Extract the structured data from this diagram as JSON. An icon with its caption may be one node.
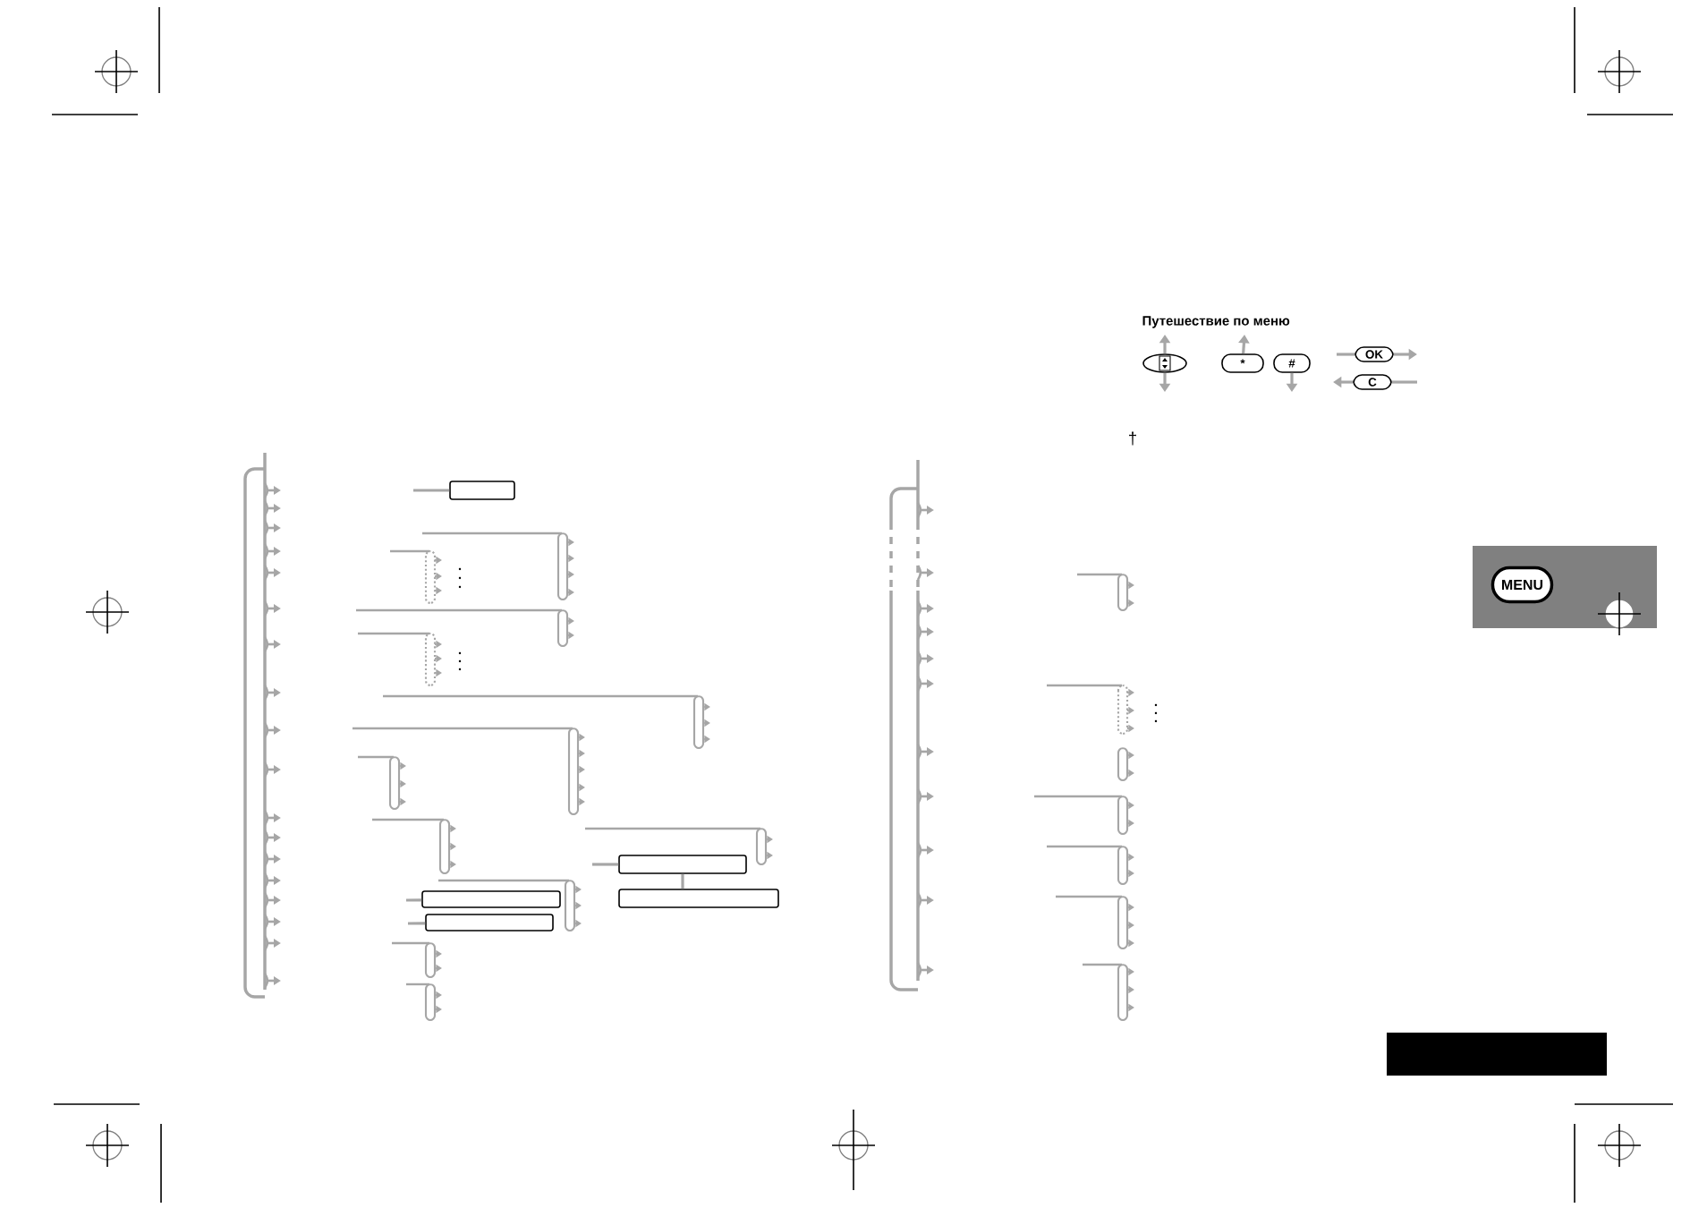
{
  "diagram": {
    "title": "Путешествие по меню",
    "nodes": [
      {
        "text": [],
        "shape": "oval"
      },
      {
        "text": [
          "*"
        ]
      },
      {
        "text": [
          "#"
        ]
      },
      {
        "text": [
          "OK"
        ]
      },
      {
        "text": [
          "C"
        ]
      },
      {
        "text": [],
        "shape": "box"
      },
      {
        "text": [],
        "shape": "box"
      },
      {
        "text": [
          "MENU"
        ],
        "in": 6
      },
      {
        "text": [],
        "shape": "box"
      },
      {
        "text": [],
        "shape": "box"
      },
      {
        "text": [],
        "shape": "box"
      },
      {
        "text": [],
        "shape": "box"
      }
    ],
    "edges": [
      {
        "from": null,
        "to": 5,
        "arrow": "none"
      },
      {
        "from": null,
        "to": 8,
        "arrow": "none"
      },
      {
        "from": null,
        "to": 9,
        "arrow": "none"
      },
      {
        "from": null,
        "to": 10,
        "arrow": "none"
      },
      {
        "from": 10,
        "to": 11,
        "arrow": "none"
      },
      {
        "from": 0,
        "to": null,
        "arrow": "to"
      },
      {
        "from": 0,
        "to": null,
        "arrow": "to"
      },
      {
        "from": 1,
        "to": null,
        "arrow": "to"
      },
      {
        "from": 2,
        "to": null,
        "arrow": "to"
      },
      {
        "from": null,
        "to": 3,
        "arrow": "none"
      },
      {
        "from": 3,
        "to": null,
        "arrow": "to"
      },
      {
        "from": 4,
        "to": null,
        "arrow": "to"
      },
      {
        "from": 4,
        "to": null,
        "arrow": "none"
      }
    ],
    "labels": [
      "†"
    ]
  }
}
